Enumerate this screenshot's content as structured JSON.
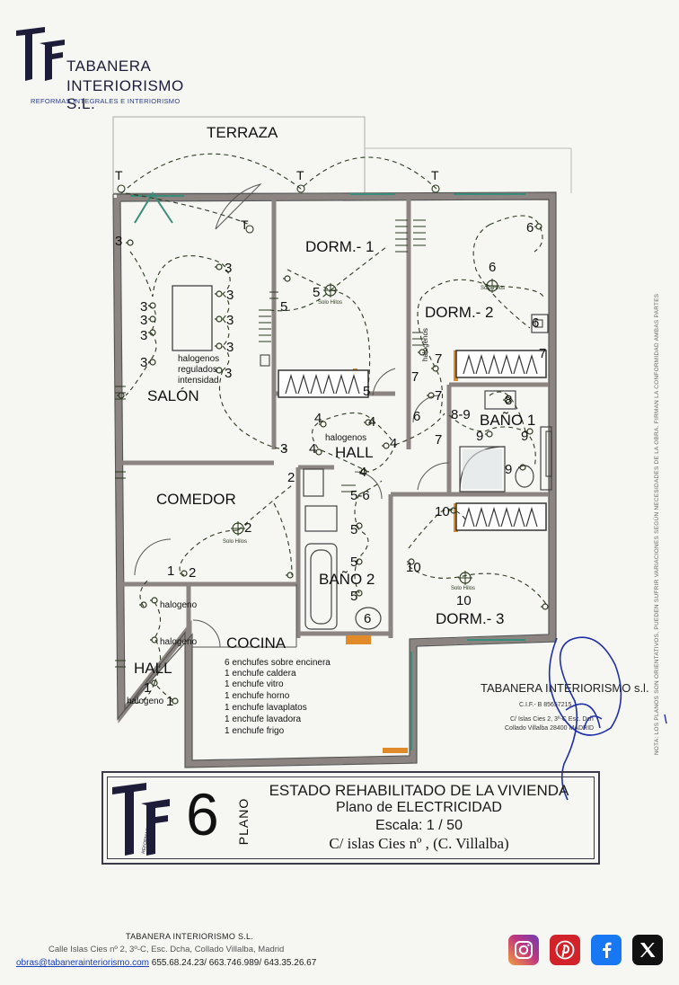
{
  "company": {
    "name_line1": "TABANERA",
    "name_line2": "INTERIORISMO S.L.",
    "tagline": "REFORMAS INTEGRALES E INTERIORISMO"
  },
  "rooms": {
    "terraza": "TERRAZA",
    "dorm1": "DORM.- 1",
    "dorm2": "DORM.- 2",
    "dorm3": "DORM.- 3",
    "salon": "SALÓN",
    "comedor": "COMEDOR",
    "hall_center": "HALL",
    "hall_left": "HALL",
    "bano1": "BAÑO 1",
    "bano2": "BAÑO 2",
    "cocina": "COCINA"
  },
  "annotations": {
    "halogenos_regulados": [
      "halogenos",
      "regulados",
      "intensidad"
    ],
    "halogenos": "halogenos",
    "halogeno": "halogeno",
    "solo_hilos": "Solo Hilos",
    "switch_T": "T"
  },
  "cocina_list": [
    "6 enchufes sobre encinera",
    "1 enchufe caldera",
    "1 enchufe vitro",
    "1 enchufe horno",
    "1 enchufe lavaplatos",
    "1 enchufe lavadora",
    "1 enchufe frigo"
  ],
  "stamp": {
    "name": "TABANERA INTERIORISMO s.l.",
    "cif": "C.I.F.- B 85657215",
    "address": "C/ Islas Cies 2, 3º-C Esc. Dch",
    "city": "Collado Villalba 28400 MADRID"
  },
  "title_block": {
    "plano_number": "6",
    "plano_label": "PLANO",
    "logo_sub": "REFORMAS",
    "line1": "ESTADO REHABILITADO DE LA VIVIENDA",
    "line2": "Plano de ELECTRICIDAD",
    "line3": "Escala: 1 / 50",
    "line4": "C/ islas Cies nº ,  (C. Villalba)"
  },
  "side_note": "NOTA: LOS PLANOS SON ORIENTATIVOS,   PUEDEN SUFRIR VARIACIONES   SEGÚN NECESIDADES   DE LA OBRA.   FIRMAN  LA CONFORMIDAD  AMBAS  PARTES",
  "footer": {
    "company": "TABANERA INTERIORISMO S.L.",
    "address": "Calle Islas Cies nº 2, 3º-C, Esc. Dcha, Collado Villalba, Madrid",
    "email": "obras@tabanerainteriorismo.com",
    "phones": " 655.68.24.23/ 663.746.989/ 643.35.26.67"
  },
  "social": [
    {
      "name": "instagram",
      "color": "#c1357f"
    },
    {
      "name": "pinterest",
      "color": "#d2232a"
    },
    {
      "name": "facebook",
      "color": "#1877f2"
    },
    {
      "name": "x",
      "color": "#111111"
    }
  ],
  "colors": {
    "wall": "#8c8480",
    "circuit": "#2b3a1f",
    "window": "#3a8d7a",
    "door_accent": "#e08a2a",
    "signature": "#1f2fa8"
  }
}
